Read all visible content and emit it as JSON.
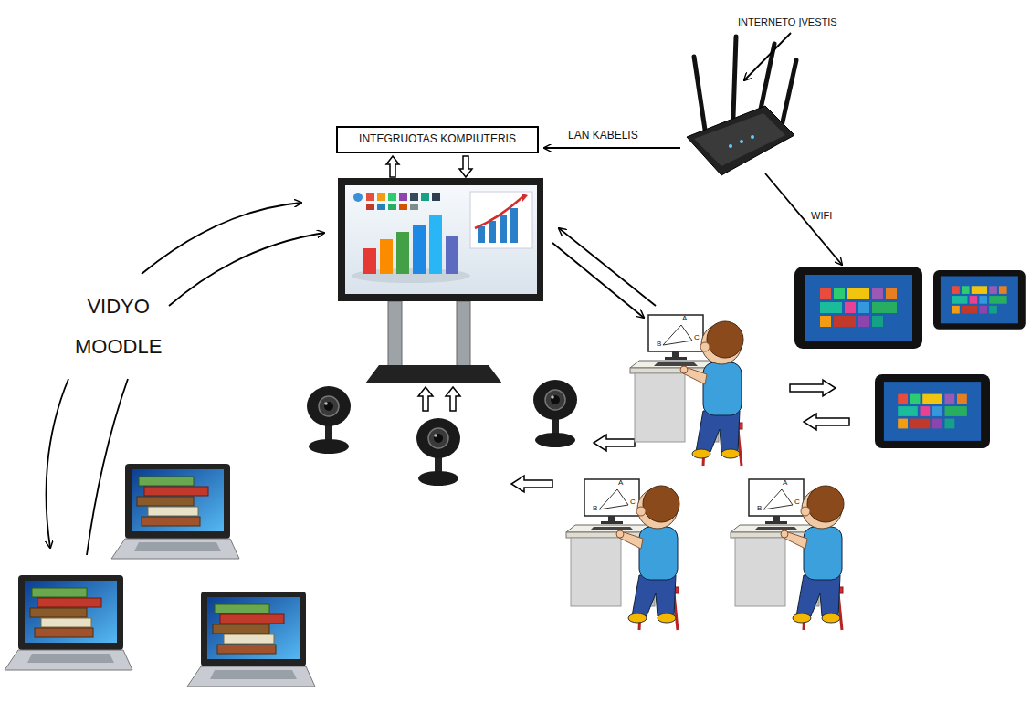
{
  "diagram": {
    "nodes": [
      {
        "text": [
          "INTEGRUOTAS KOMPIUTERIS"
        ]
      }
    ],
    "labels": [
      "INTERNETO ĮVESTIS",
      "LAN KABELIS",
      "WIFI",
      "VIDYO MOODLE",
      "A",
      "B",
      "C",
      "A",
      "B",
      "C",
      "A",
      "B",
      "C"
    ]
  }
}
